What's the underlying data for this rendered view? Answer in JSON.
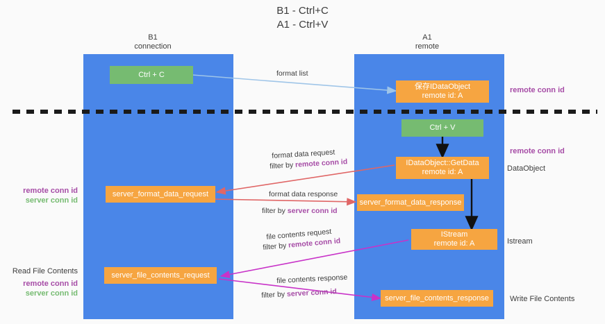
{
  "title": {
    "line1": "B1 - Ctrl+C",
    "line2": "A1 - Ctrl+V"
  },
  "lanes": [
    {
      "id": "b1",
      "name": "B1",
      "role": "connection"
    },
    {
      "id": "a1",
      "name": "A1",
      "role": "remote"
    }
  ],
  "nodes": {
    "ctrl_c": "Ctrl + C",
    "ctrl_v": "Ctrl + V",
    "save_dataobject_l1": "保存IDataObject",
    "save_dataobject_l2": "remote id: A",
    "getdata_l1": "IDataObject::GetData",
    "getdata_l2": "remote id: A",
    "istream_l1": "IStream",
    "istream_l2": "remote id: A",
    "server_format_data_request": "server_format_data_request",
    "server_format_data_response": "server_format_data_response",
    "server_file_contents_request": "server_file_contents_request",
    "server_file_contents_response": "server_file_contents_response"
  },
  "edges": {
    "format_list": "format list",
    "format_data_request": "format data request",
    "format_data_request_filter_prefix": "filter by ",
    "format_data_request_filter_key": "remote conn id",
    "format_data_response": "format data response",
    "format_data_response_filter_prefix": "filter by ",
    "format_data_response_filter_key": "server conn id",
    "file_contents_request": "file contents request",
    "file_contents_request_filter_prefix": "filter by ",
    "file_contents_request_filter_key": "remote conn id",
    "file_contents_response": "file contents response",
    "file_contents_response_filter_prefix": "filter by ",
    "file_contents_response_filter_key": "server conn id"
  },
  "annotations": {
    "left_mid_remote": "remote conn id",
    "left_mid_server": "server conn id",
    "left_read_file_contents": "Read File Contents",
    "left_bottom_remote": "remote conn id",
    "left_bottom_server": "server conn id",
    "right_top_remote": "remote conn id",
    "right_mid_remote": "remote conn id",
    "right_dataobject": "DataObject",
    "right_istream": "Istream",
    "right_write_file_contents": "Write File Contents"
  },
  "colors": {
    "lane": "#4a86e8",
    "node_orange": "#f6a541",
    "node_green": "#76bb71",
    "accent_purple": "#a64ca6",
    "accent_green": "#76bb71",
    "arrow_lightblue": "#9fc5e8",
    "arrow_red": "#e06666",
    "arrow_magenta": "#c832c8",
    "arrow_black": "#000000",
    "divider": "#1a1a1a"
  }
}
